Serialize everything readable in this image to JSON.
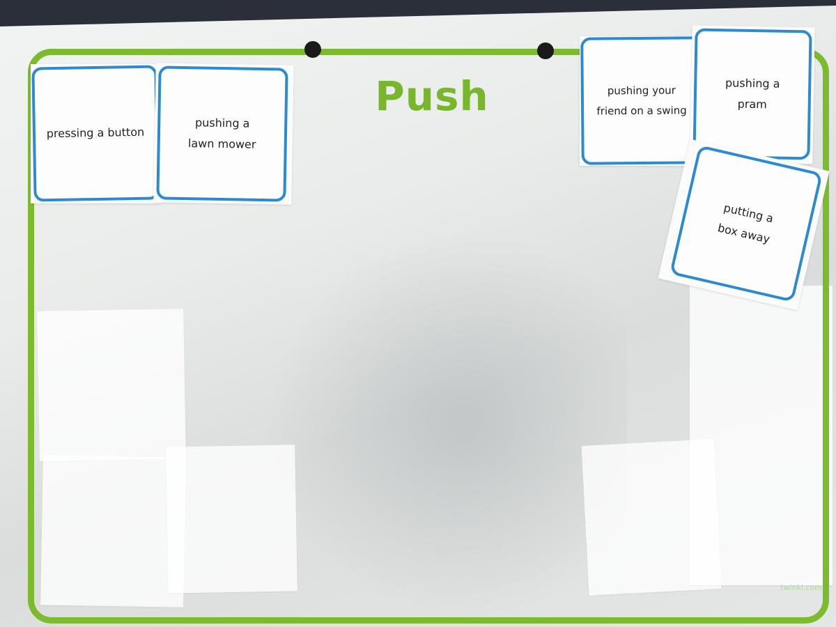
{
  "sheet": {
    "title": "Push",
    "accent_color": "#7dbb2e",
    "card_border_color": "#2e8ad0",
    "watermark": "twinkl.com"
  },
  "cards": [
    {
      "line1": "pressing a button",
      "line2": ""
    },
    {
      "line1": "pushing a",
      "line2": "lawn mower"
    },
    {
      "line1": "pushing your",
      "line2": "friend on a swing"
    },
    {
      "line1": "pushing a",
      "line2": "pram"
    },
    {
      "line1": "putting a",
      "line2": "box away"
    }
  ]
}
